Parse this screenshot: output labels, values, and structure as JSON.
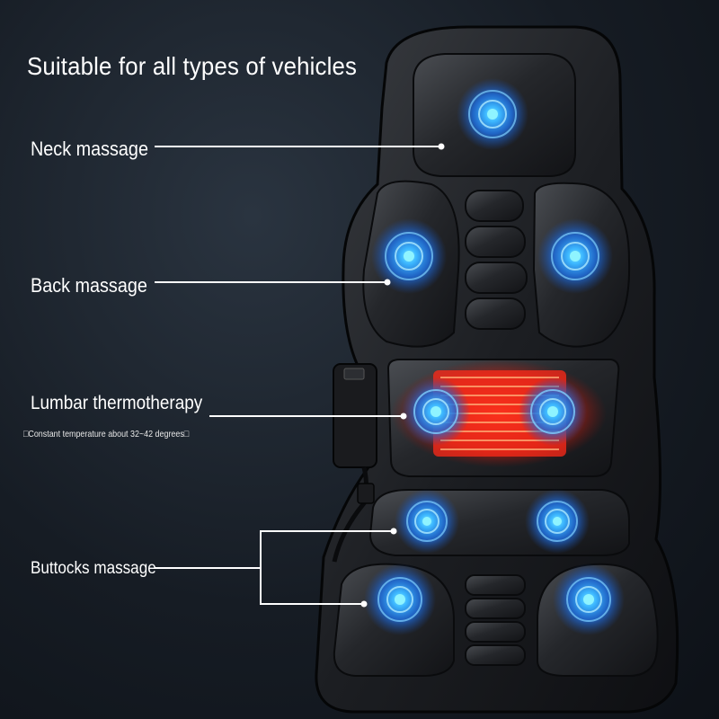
{
  "headline": "Suitable for all types of vehicles",
  "callouts": {
    "neck": "Neck massage",
    "back": "Back massage",
    "lumbar": "Lumbar thermotherapy",
    "lumbar_note": "□Constant temperature about 32~42 degrees□",
    "buttocks": "Buttocks massage"
  },
  "colors": {
    "background": "#161c24",
    "massage_node": "#2f8bff",
    "heater": "#ff2a1a",
    "callout_line": "#ffffff"
  }
}
